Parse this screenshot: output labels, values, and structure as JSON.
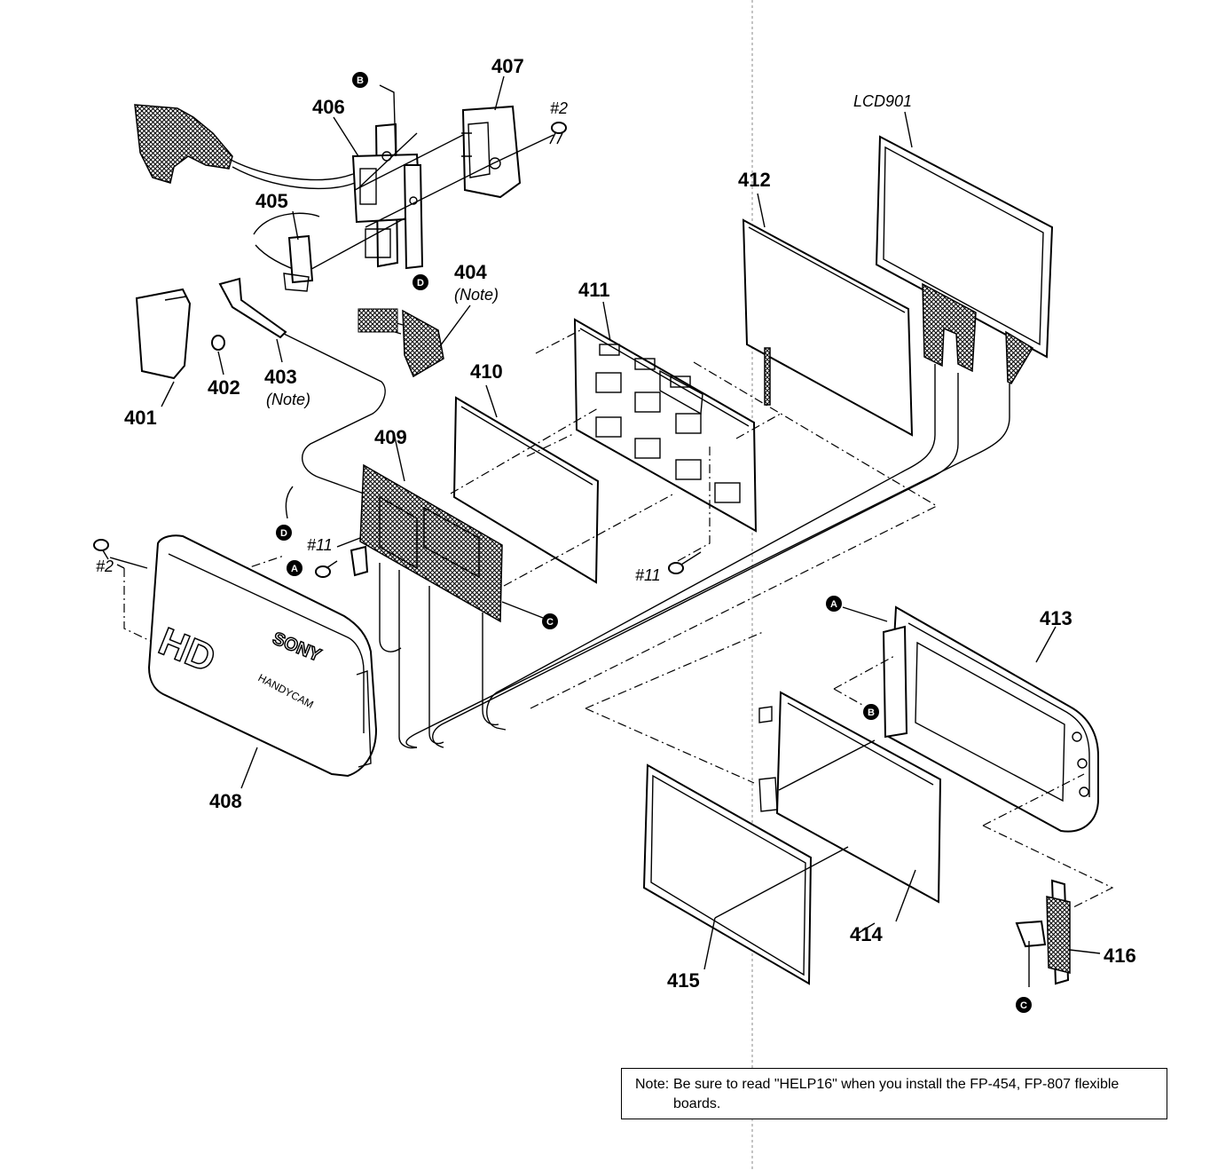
{
  "parts": {
    "p401": "401",
    "p402": "402",
    "p403": "403",
    "p404": "404",
    "p405": "405",
    "p406": "406",
    "p407": "407",
    "p408": "408",
    "p409": "409",
    "p410": "410",
    "p411": "411",
    "p412": "412",
    "p413": "413",
    "p414": "414",
    "p415": "415",
    "p416": "416",
    "lcd": "LCD901"
  },
  "note_marks": {
    "n403": "(Note)",
    "n404": "(Note)"
  },
  "screws": {
    "s2_top": "#2",
    "s2_left": "#2",
    "s11_left": "#11",
    "s11_right": "#11"
  },
  "refs": {
    "A": "A",
    "B": "B",
    "C": "C",
    "D": "D"
  },
  "panel_branding": {
    "hd": "HD",
    "sony": "SONY",
    "handycam": "HANDYCAM"
  },
  "note": {
    "prefix": "Note:",
    "text": "Be sure to read \"HELP16\" when you install the FP-454, FP-807 flexible boards."
  }
}
